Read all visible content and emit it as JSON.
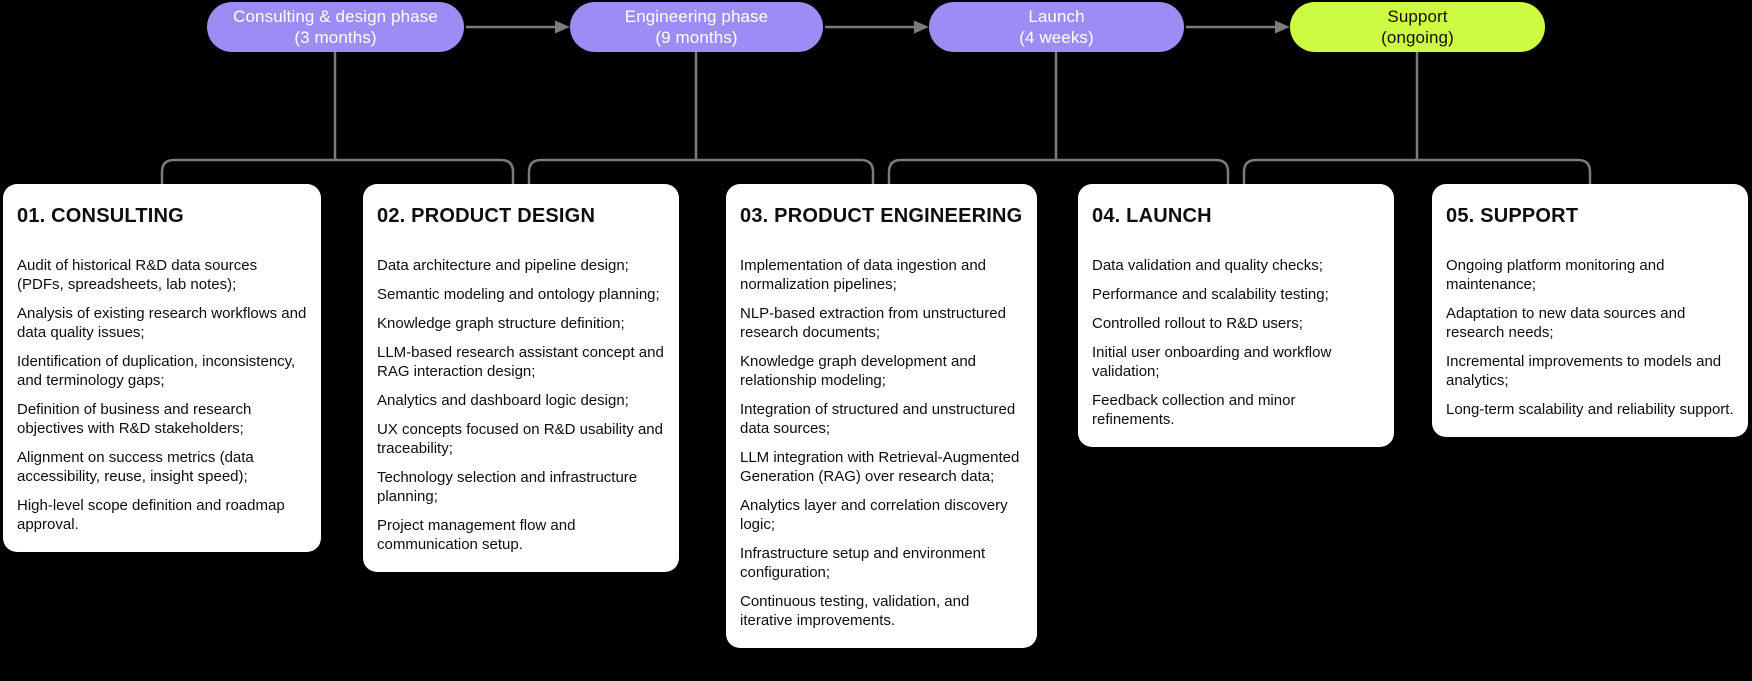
{
  "colors": {
    "background": "#000000",
    "phase_purple": "#9d8cf4",
    "phase_lime": "#ccfb41",
    "connector_gray": "#7b7b7b",
    "card_background": "#ffffff",
    "card_text": "#0d0d0d",
    "pill_text_light": "#ffffff",
    "pill_text_dark": "#111111"
  },
  "phases": [
    {
      "title": "Consulting & design phase",
      "duration": "(3 months)",
      "color": "#9d8cf4",
      "text_color": "#ffffff"
    },
    {
      "title": "Engineering phase",
      "duration": "(9 months)",
      "color": "#9d8cf4",
      "text_color": "#ffffff"
    },
    {
      "title": "Launch",
      "duration": "(4 weeks)",
      "color": "#9d8cf4",
      "text_color": "#ffffff"
    },
    {
      "title": "Support",
      "duration": "(ongoing)",
      "color": "#ccfb41",
      "text_color": "#111111"
    }
  ],
  "cards": [
    {
      "heading": "01. CONSULTING",
      "items": [
        "Audit of historical R&D data sources (PDFs, spreadsheets, lab notes);",
        "Analysis of existing research workflows and data quality issues;",
        "Identification of duplication, inconsistency, and terminology gaps;",
        "Definition of business and research objectives with R&D stakeholders;",
        "Alignment on success metrics (data accessibility, reuse, insight speed);",
        "High-level scope definition and roadmap approval."
      ]
    },
    {
      "heading": "02. PRODUCT DESIGN",
      "items": [
        "Data architecture and pipeline design;",
        "Semantic modeling and ontology planning;",
        "Knowledge graph structure definition;",
        "LLM-based research assistant concept and RAG interaction design;",
        "Analytics and dashboard logic design;",
        "UX concepts focused on R&D usability and traceability;",
        "Technology selection and infrastructure planning;",
        "Project management flow and communication setup."
      ]
    },
    {
      "heading": "03. PRODUCT ENGINEERING",
      "items": [
        "Implementation of data ingestion and normalization pipelines;",
        "NLP-based extraction from unstructured research documents;",
        "Knowledge graph development and relationship modeling;",
        "Integration of structured and unstructured data sources;",
        "LLM integration with Retrieval-Augmented Generation (RAG) over research data;",
        "Analytics layer and correlation discovery logic;",
        "Infrastructure setup and environment configuration;",
        "Continuous testing, validation, and iterative improvements."
      ]
    },
    {
      "heading": "04. LAUNCH",
      "items": [
        "Data validation and quality checks;",
        "Performance and scalability testing;",
        "Controlled rollout to R&D users;",
        "Initial user onboarding and workflow validation;",
        "Feedback collection and minor refinements."
      ]
    },
    {
      "heading": "05. SUPPORT",
      "items": [
        "Ongoing platform monitoring and maintenance;",
        "Adaptation to new data sources and research needs;",
        "Incremental improvements to models and analytics;",
        "Long-term scalability and reliability support."
      ]
    }
  ]
}
